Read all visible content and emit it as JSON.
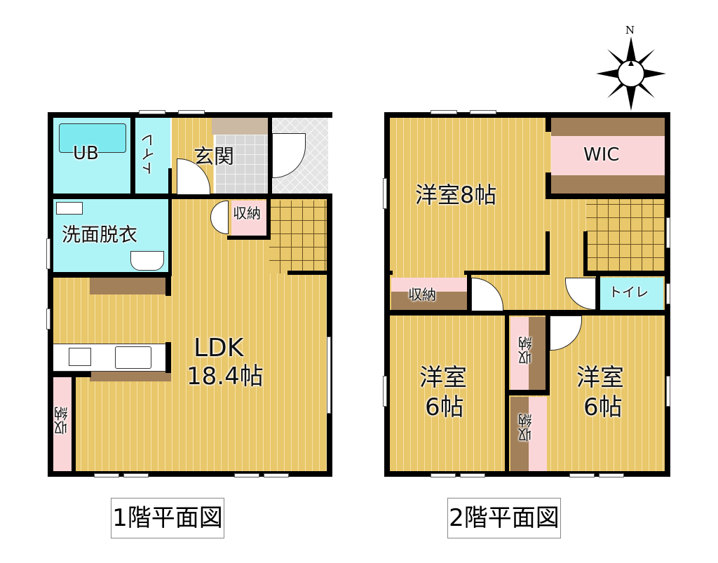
{
  "floor1": {
    "caption": "1階平面図",
    "rooms": {
      "ub": "UB",
      "toilet": "トイレ",
      "genkan": "玄関",
      "storage_hall": "収納",
      "senmen": "洗面脱衣",
      "ldk_name": "LDK",
      "ldk_size": "18.4帖",
      "storage_ldk": "収納"
    }
  },
  "floor2": {
    "caption": "2階平面図",
    "rooms": {
      "western8": "洋室8帖",
      "wic": "WIC",
      "storage_hall": "収納",
      "toilet": "トイレ",
      "western6a_name": "洋室",
      "western6a_size": "6帖",
      "western6b_name": "洋室",
      "western6b_size": "6帖",
      "storage_mid_top": "収納",
      "storage_mid_bottom": "収納"
    }
  },
  "compass": {
    "north_label": "N"
  },
  "colors": {
    "wall": "#000000",
    "wood_floor": "#e9c76b",
    "wet_area": "#aef3f6",
    "storage": "#fbd6d8",
    "shelf": "#a2805a",
    "tile": "#d7d7d7"
  }
}
